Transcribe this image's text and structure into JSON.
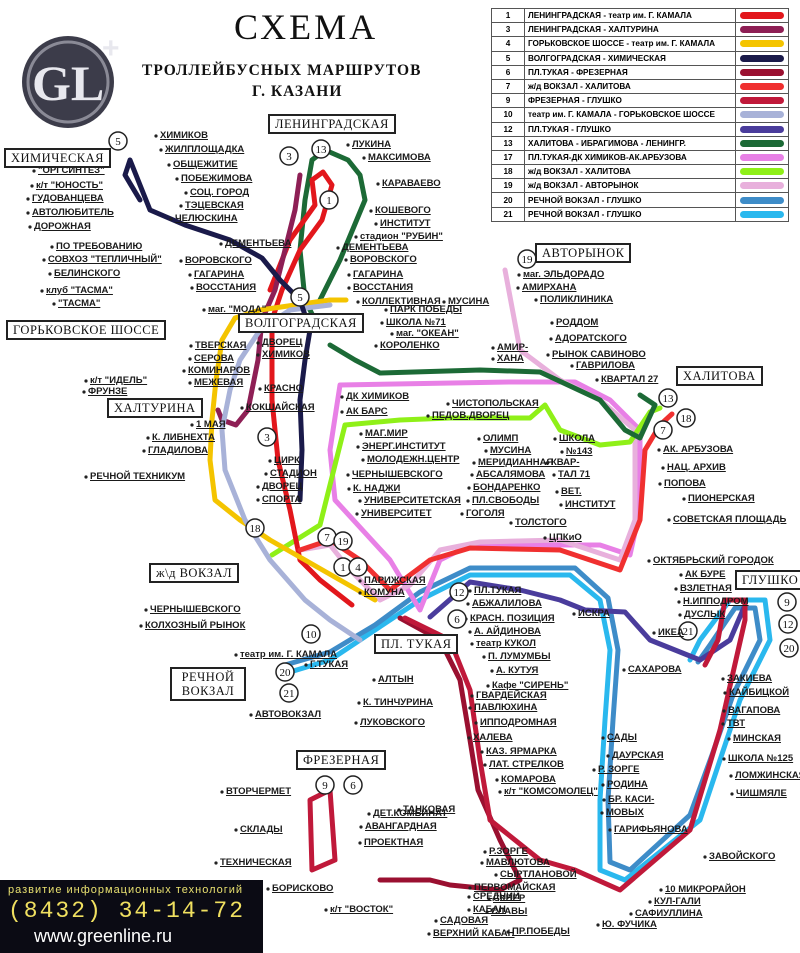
{
  "title": "СХЕМА",
  "subtitle1": "ТРОЛЛЕЙБУСНЫХ МАРШРУТОВ",
  "subtitle2": "Г. КАЗАНИ",
  "logo_text": "GL+",
  "legend": [
    {
      "num": "1",
      "name": "ЛЕНИНГРАДСКАЯ - театр им. Г. КАМАЛА",
      "color": "#e2171c"
    },
    {
      "num": "3",
      "name": "ЛЕНИНГРАДСКАЯ - ХАЛТУРИНА",
      "color": "#8e1f55"
    },
    {
      "num": "4",
      "name": "ГОРЬКОВСКОЕ ШОССЕ - театр им. Г. КАМАЛА",
      "color": "#f4c400"
    },
    {
      "num": "5",
      "name": "ВОЛГОГРАДСКАЯ - ХИМИЧЕСКАЯ",
      "color": "#1a1a4a"
    },
    {
      "num": "6",
      "name": "ПЛ.ТУКАЯ - ФРЕЗЕРНАЯ",
      "color": "#9a1030"
    },
    {
      "num": "7",
      "name": "ж/д ВОКЗАЛ - ХАЛИТОВА",
      "color": "#f03030"
    },
    {
      "num": "9",
      "name": "ФРЕЗЕРНАЯ - ГЛУШКО",
      "color": "#c0193a"
    },
    {
      "num": "10",
      "name": "театр им. Г. КАМАЛА - ГОРЬКОВСКОЕ ШОССЕ",
      "color": "#a8b2d8"
    },
    {
      "num": "12",
      "name": "ПЛ.ТУКАЯ - ГЛУШКО",
      "color": "#4a3c9c"
    },
    {
      "num": "13",
      "name": "ХАЛИТОВА - ИБРАГИМОВА - ЛЕНИНГР.",
      "color": "#1c6a36"
    },
    {
      "num": "17",
      "name": "ПЛ.ТУКАЯ-ДК ХИМИКОВ-АК.АРБУЗОВА",
      "color": "#e880e6"
    },
    {
      "num": "18",
      "name": "ж/д ВОКЗАЛ - ХАЛИТОВА",
      "color": "#8ff018"
    },
    {
      "num": "19",
      "name": "ж/д ВОКЗАЛ - АВТОРЫНОК",
      "color": "#e8b0dc"
    },
    {
      "num": "20",
      "name": "РЕЧНОЙ ВОКЗАЛ - ГЛУШКО",
      "color": "#3e8cc8"
    },
    {
      "num": "21",
      "name": "РЕЧНОЙ ВОКЗАЛ - ГЛУШКО",
      "color": "#2ab8ee"
    }
  ],
  "terminals": [
    {
      "name": "ХИМИЧЕСКАЯ"
    },
    {
      "name": "ЛЕНИНГРАДСКАЯ"
    },
    {
      "name": "АВТОРЫНОК"
    },
    {
      "name": "ГОРЬКОВСКОЕ ШОССЕ"
    },
    {
      "name": "ВОЛГОГРАДСКАЯ"
    },
    {
      "name": "ХАЛТУРИНА"
    },
    {
      "name": "ХАЛИТОВА"
    },
    {
      "name": "ж\\д ВОКЗАЛ"
    },
    {
      "name": "ГЛУШКО"
    },
    {
      "name": "ПЛ. ТУКАЯ"
    },
    {
      "name": "РЕЧНОЙ ВОКЗАЛ"
    },
    {
      "name": "ФРЕЗЕРНАЯ"
    }
  ],
  "stops": [
    "ХИМИКОВ",
    "ЖИЛПЛОЩАДКА",
    "ОБЩЕЖИТИЕ",
    "ПОБЕЖИМОВА",
    "СОЦ. ГОРОД",
    "\"ОРГСИНТЕЗ\"",
    "к/т \"ЮНОСТЬ\"",
    "ГУДОВАНЦЕВА",
    "ТЭЦЕВСКАЯ",
    "АВТОЛЮБИТЕЛЬ",
    "ЧЕЛЮСКИНА",
    "ДОРОЖНАЯ",
    "ДЕМЕНТЬЕВА",
    "ПО ТРЕБОВАНИЮ",
    "СОВХОЗ \"ТЕПЛИЧНЫЙ\"",
    "ВОРОВСКОГО",
    "БЕЛИНСКОГО",
    "ГАГАРИНА",
    "клуб \"ТАСМА\"",
    "ВОССТАНИЯ",
    "\"ТАСМА\"",
    "маг. \"МОДА\"",
    "ЛУКИНА",
    "МАКСИМОВА",
    "КАРАВАЕВО",
    "КОШЕВОГО",
    "ИНСТИТУТ",
    "стадион \"РУБИН\"",
    "ДЕМЕНТЬЕВА",
    "ВОРОВСКОГО",
    "ГАГАРИНА",
    "ВОССТАНИЯ",
    "КОЛЛЕКТИВНАЯ",
    "МУСИНА",
    "ПАРК ПОБЕДЫ",
    "ШКОЛА №71",
    "маг. \"ОКЕАН\"",
    "КОРОЛЕНКО",
    "ДВОРЕЦ",
    "ХИМИКОВ",
    "ТВЕРСКАЯ",
    "СЕРОВА",
    "КОМИНАРОВ",
    "к/т \"ИДЕЛЬ\"",
    "МЕЖЕВАЯ",
    "ФРУНЗЕ",
    "КРАСНО",
    "КОКШАЙСКАЯ",
    "1 МАЯ",
    "К. ЛИБНЕХТА",
    "ГЛАДИЛОВА",
    "РЕЧНОЙ ТЕХНИКУМ",
    "ЦИРК",
    "СТАДИОН",
    "ДВОРЕЦ",
    "СПОРТА",
    "маг. ЭЛЬДОРАДО",
    "АМИРХАНА",
    "ПОЛИКЛИНИКА",
    "РОДДОМ",
    "АДОРАТСКОГО",
    "РЫНОК САВИНОВО",
    "ГАВРИЛОВА",
    "КВАРТАЛ 27",
    "АМИР-",
    "ХАНА",
    "ДК ХИМИКОВ",
    "ЧИСТОПОЛЬСКАЯ",
    "АК БАРС",
    "ПЕДОВ.ДВОРЕЦ",
    "МАГ.МИР",
    "ОЛИМП",
    "ЭНЕРГ.ИНСТИТУТ",
    "МУСИНА",
    "МОЛОДЕЖН.ЦЕНТР",
    "МЕРИДИАННАЯ",
    "ЧЕРНЫШЕВСКОГО",
    "АБСАЛЯМОВА",
    "К. НАДЖИ",
    "БОНДАРЕНКО",
    "УНИВЕРСИТЕТСКАЯ",
    "ПЛ.СВОБОДЫ",
    "УНИВЕРСИТЕТ",
    "ГОГОЛЯ",
    "ШКОЛА",
    "№143",
    "КВАР-",
    "ТАЛ 71",
    "ВЕТ.",
    "ИНСТИТУТ",
    "ТОЛСТОГО",
    "ЦПКиО",
    "АК. АРБУЗОВА",
    "НАЦ. АРХИВ",
    "ПОПОВА",
    "ПИОНЕРСКАЯ",
    "СОВЕТСКАЯ ПЛОЩАДЬ",
    "ОКТЯБРЬСКИЙ ГОРОДОК",
    "АК БУРЕ",
    "ВЗЛЕТНАЯ",
    "Н.ИППОДРОМ",
    "ДУСЛЫК",
    "ИКЕА",
    "ИСКРА",
    "САХАРОВА",
    "ЗАКИЕВА",
    "КАЙБИЦКОЙ",
    "ВАГАПОВА",
    "ТВТ",
    "МИНСКАЯ",
    "ШКОЛА №125",
    "ЛОМЖИНСКАЯ",
    "ЧИШМЯЛЕ",
    "ПАРИЖСКАЯ",
    "КОМУНА",
    "ЧЕРНЫШЕВСКОГО",
    "КОЛХОЗНЫЙ РЫНОК",
    "театр им. Г. КАМАЛА",
    "Г.ТУКАЯ",
    "АЛТЫН",
    "АВТОВОКЗАЛ",
    "К. ТИНЧУРИНА",
    "ЛУКОВСКОГО",
    "ПЛ.ТУКАЯ",
    "АБЖАЛИЛОВА",
    "КРАСН. ПОЗИЦИЯ",
    "А. АЙДИНОВА",
    "театр КУКОЛ",
    "П. ЛУМУМБЫ",
    "А. КУТУЯ",
    "Кафе \"СИРЕНЬ\"",
    "ГВАРДЕЙСКАЯ",
    "ПАВЛЮХИНА",
    "ИППОДРОМНАЯ",
    "ХАЛЕВА",
    "КАЗ. ЯРМАРКА",
    "ЛАТ. СТРЕЛКОВ",
    "КОМАРОВА",
    "к/т \"КОМСОМОЛЕЦ\"",
    "САДЫ",
    "ДАУРСКАЯ",
    "Р. ЗОРГЕ",
    "РОДИНА",
    "БР. КАСИ-",
    "МОВЫХ",
    "ГАРИФЬЯНОВА",
    "ТАНКОВАЯ",
    "ВТОРЧЕРМЕТ",
    "СКЛАДЫ",
    "ДЕТ.КОМБИНАТ",
    "АВАНГАРДНАЯ",
    "ПРОЕКТНАЯ",
    "ТЕХНИЧЕСКАЯ",
    "БОРИСКОВО",
    "к/т \"ВОСТОК\"",
    "САДОВАЯ",
    "ВЕРХНИЙ КАБАН",
    "СРЕДНИЙ",
    "КАБАН",
    "ПЕРВОМАЙСКАЯ",
    "СЫРТЛАНОВОЙ",
    "МАВЛЮТОВА",
    "Р.ЗОРГЕ",
    "СКВЕР",
    "СЛАВЫ",
    "ПР.ПОБЕДЫ",
    "Ю. ФУЧИКА",
    "САФИУЛЛИНА",
    "КУЛ-ГАЛИ",
    "10 МИКРОРАЙОН",
    "ЗАВОЙСКОГО"
  ],
  "route_badges": [
    "5",
    "3",
    "13",
    "1",
    "5",
    "19",
    "13",
    "7",
    "18",
    "3",
    "18",
    "7",
    "19",
    "1",
    "4",
    "12",
    "6",
    "10",
    "20",
    "21",
    "9",
    "12",
    "20",
    "21",
    "9",
    "6"
  ],
  "advert": {
    "line1": "развитие информационных технологий",
    "phone": "(8432) 34-14-72",
    "site": "www.greenline.ru"
  }
}
